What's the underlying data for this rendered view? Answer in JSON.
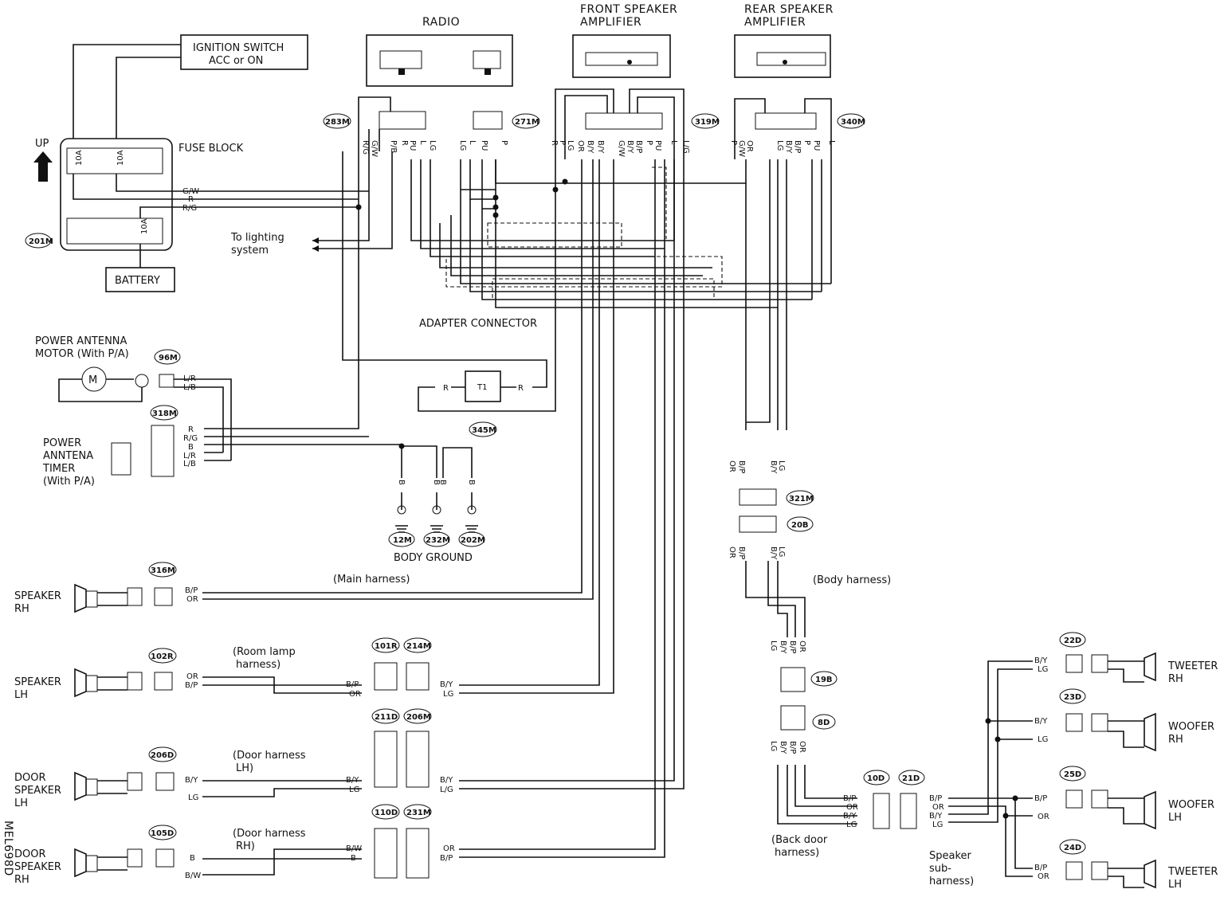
{
  "labels": {
    "radio": "RADIO",
    "front_amp_1": "FRONT SPEAKER",
    "front_amp_2": "AMPLIFIER",
    "rear_amp_1": "REAR SPEAKER",
    "rear_amp_2": "AMPLIFIER",
    "ign_1": "IGNITION SWITCH",
    "ign_2": "ACC or ON",
    "fuse_block": "FUSE BLOCK",
    "battery": "BATTERY",
    "up": "UP",
    "fuse_10a": "10A",
    "lighting_1": "To lighting",
    "lighting_2": "system",
    "adapter": "ADAPTER CONNECTOR",
    "t1": "T1",
    "pa_motor_1": "POWER ANTENNA",
    "pa_motor_2": "MOTOR (With P/A)",
    "pa_timer_1": "POWER",
    "pa_timer_2": "ANNTENA",
    "pa_timer_3": "TIMER",
    "pa_timer_4": "(With P/A)",
    "body_ground": "BODY GROUND",
    "main_harness": "(Main harness)",
    "room_lamp_1": "(Room lamp",
    "room_lamp_2": "harness)",
    "door_harness_lh_1": "(Door harness",
    "door_harness_lh_2": "LH)",
    "door_harness_rh_1": "(Door harness",
    "door_harness_rh_2": "RH)",
    "body_harness": "(Body harness)",
    "back_door_1": "(Back door",
    "back_door_2": "harness)",
    "speaker_sub_1": "Speaker",
    "speaker_sub_2": "sub-",
    "speaker_sub_3": "harness)",
    "speaker_rh_1": "SPEAKER",
    "speaker_rh_2": "RH",
    "speaker_lh_1": "SPEAKER",
    "speaker_lh_2": "LH",
    "door_lh_1": "DOOR",
    "door_lh_2": "SPEAKER",
    "door_lh_3": "LH",
    "door_rh_1": "DOOR",
    "door_rh_2": "SPEAKER",
    "door_rh_3": "RH",
    "tweeter_rh_1": "TWEETER",
    "tweeter_rh_2": "RH",
    "woofer_rh_1": "WOOFER",
    "woofer_rh_2": "RH",
    "woofer_lh_1": "WOOFER",
    "woofer_lh_2": "LH",
    "tweeter_lh_1": "TWEETER",
    "tweeter_lh_2": "LH",
    "diagram_code": "MEL698D"
  },
  "connectors": {
    "c283": "283M",
    "c271": "271M",
    "c319": "319M",
    "c340": "340M",
    "c201": "201M",
    "c96": "96M",
    "c318": "318M",
    "c345": "345M",
    "c12": "12M",
    "c232": "232M",
    "c202": "202M",
    "c316": "316M",
    "c102": "102R",
    "c101": "101R",
    "c214": "214M",
    "c206d": "206D",
    "c211": "211D",
    "c206m": "206M",
    "c105": "105D",
    "c110": "110D",
    "c231": "231M",
    "c321": "321M",
    "c20b": "20B",
    "c19b": "19B",
    "c8d": "8D",
    "c10d": "10D",
    "c21d": "21D",
    "c22d": "22D",
    "c23d": "23D",
    "c25d": "25D",
    "c24d": "24D"
  },
  "wires": {
    "gw": "G/W",
    "r": "R",
    "rg": "R/G",
    "pb": "P/B",
    "pu": "PU",
    "l": "L",
    "lg": "LG",
    "p": "P",
    "or": "OR",
    "by": "B/Y",
    "bp": "B/P",
    "lr": "L/R",
    "lb": "L/B",
    "b": "B",
    "bw": "B/W",
    "lgs": "L/G"
  }
}
